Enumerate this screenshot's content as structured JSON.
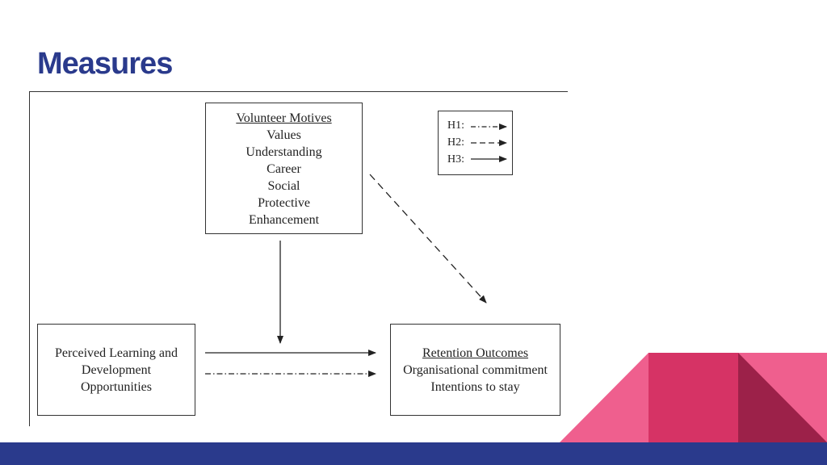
{
  "slide": {
    "title": "Measures"
  },
  "diagram": {
    "motives": {
      "title": "Volunteer Motives",
      "items": [
        "Values",
        "Understanding",
        "Career",
        "Social",
        "Protective",
        "Enhancement"
      ]
    },
    "learning": {
      "lines": [
        "Perceived Learning and",
        "Development",
        "Opportunities"
      ]
    },
    "retention": {
      "title": "Retention Outcomes",
      "items": [
        "Organisational commitment",
        "Intentions to stay"
      ]
    },
    "legend": {
      "labels": [
        "H1:",
        "H2:",
        "H3:"
      ]
    }
  },
  "colors": {
    "title": "#2a3a8c",
    "footer": "#2a3a8c",
    "pink_light": "#ef5f8e",
    "pink_mid": "#d63365",
    "maroon": "#9c2149"
  }
}
